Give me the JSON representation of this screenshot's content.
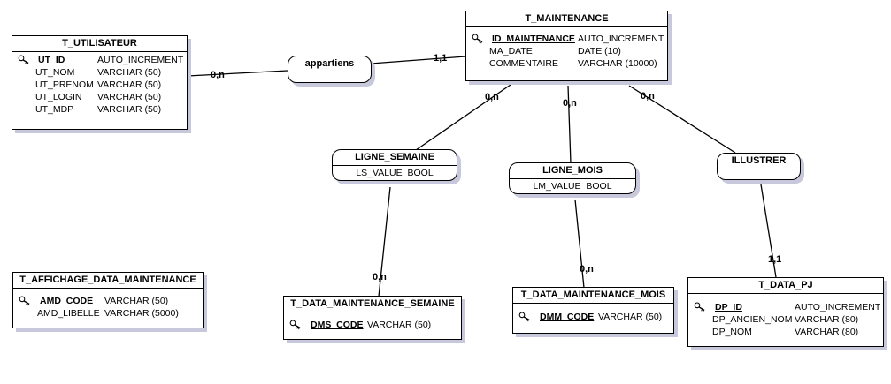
{
  "entities": {
    "t_utilisateur": {
      "name": "T_UTILISATEUR",
      "attributes": [
        {
          "name": "UT_ID",
          "type": "AUTO_INCREMENT",
          "pk": true
        },
        {
          "name": "UT_NOM",
          "type": "VARCHAR (50)"
        },
        {
          "name": "UT_PRENOM",
          "type": "VARCHAR (50)"
        },
        {
          "name": "UT_LOGIN",
          "type": "VARCHAR (50)"
        },
        {
          "name": "UT_MDP",
          "type": "VARCHAR (50)"
        }
      ]
    },
    "t_maintenance": {
      "name": "T_MAINTENANCE",
      "attributes": [
        {
          "name": "ID_MAINTENANCE",
          "type": "AUTO_INCREMENT",
          "pk": true
        },
        {
          "name": "MA_DATE",
          "type": "DATE (10)"
        },
        {
          "name": "COMMENTAIRE",
          "type": "VARCHAR (10000)"
        }
      ]
    },
    "t_affichage": {
      "name": "T_AFFICHAGE_DATA_MAINTENANCE",
      "attributes": [
        {
          "name": "AMD_CODE",
          "type": "VARCHAR (50)",
          "pk": true
        },
        {
          "name": "AMD_LIBELLE",
          "type": "VARCHAR (5000)"
        }
      ]
    },
    "t_dms": {
      "name": "T_DATA_MAINTENANCE_SEMAINE",
      "attributes": [
        {
          "name": "DMS_CODE",
          "type": "VARCHAR (50)",
          "pk": true
        }
      ]
    },
    "t_dmm": {
      "name": "T_DATA_MAINTENANCE_MOIS",
      "attributes": [
        {
          "name": "DMM_CODE",
          "type": "VARCHAR (50)",
          "pk": true
        }
      ]
    },
    "t_data_pj": {
      "name": "T_DATA_PJ",
      "attributes": [
        {
          "name": "DP_ID",
          "type": "AUTO_INCREMENT",
          "pk": true
        },
        {
          "name": "DP_ANCIEN_NOM",
          "type": "VARCHAR (80)"
        },
        {
          "name": "DP_NOM",
          "type": "VARCHAR (80)"
        }
      ]
    }
  },
  "associations": {
    "appartiens": {
      "name": "appartiens",
      "property": ""
    },
    "ligne_semaine": {
      "name": "LIGNE_SEMAINE",
      "property": "LS_VALUE  BOOL"
    },
    "ligne_mois": {
      "name": "LIGNE_MOIS",
      "property": "LM_VALUE  BOOL"
    },
    "illustrer": {
      "name": "ILLUSTRER",
      "property": ""
    }
  },
  "cardinalities": {
    "utilisateur_appartiens": "0,n",
    "maintenance_appartiens": "1,1",
    "maintenance_ligne_semaine": "0,n",
    "maintenance_ligne_mois": "0,n",
    "maintenance_illustrer": "0,n",
    "dms_ligne_semaine": "0,n",
    "dmm_ligne_mois": "0,n",
    "pj_illustrer": "1,1"
  },
  "colors": {
    "line": "#000000",
    "shadow": "#c8c8dc",
    "background": "#ffffff"
  }
}
